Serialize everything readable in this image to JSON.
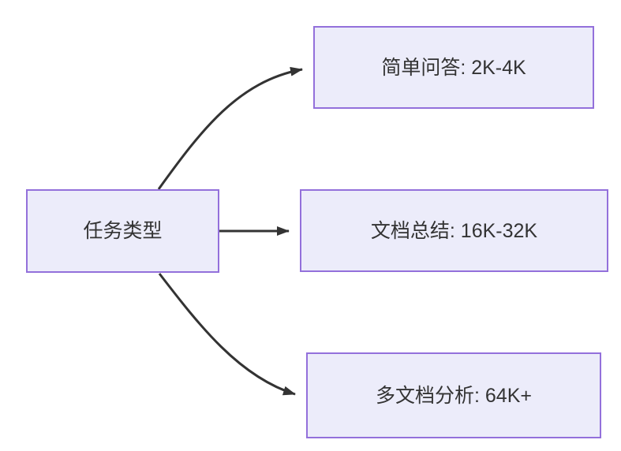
{
  "diagram": {
    "type": "flowchart-left-to-right",
    "root": {
      "label": "任务类型"
    },
    "branches": [
      {
        "label": "简单问答: 2K-4K"
      },
      {
        "label": "文档总结: 16K-32K"
      },
      {
        "label": "多文档分析: 64K+"
      }
    ],
    "colors": {
      "background": "#FFFFFF",
      "node_fill": "#ECECFA",
      "node_border": "#9370DB",
      "edge": "#333333",
      "text": "#333333"
    }
  }
}
